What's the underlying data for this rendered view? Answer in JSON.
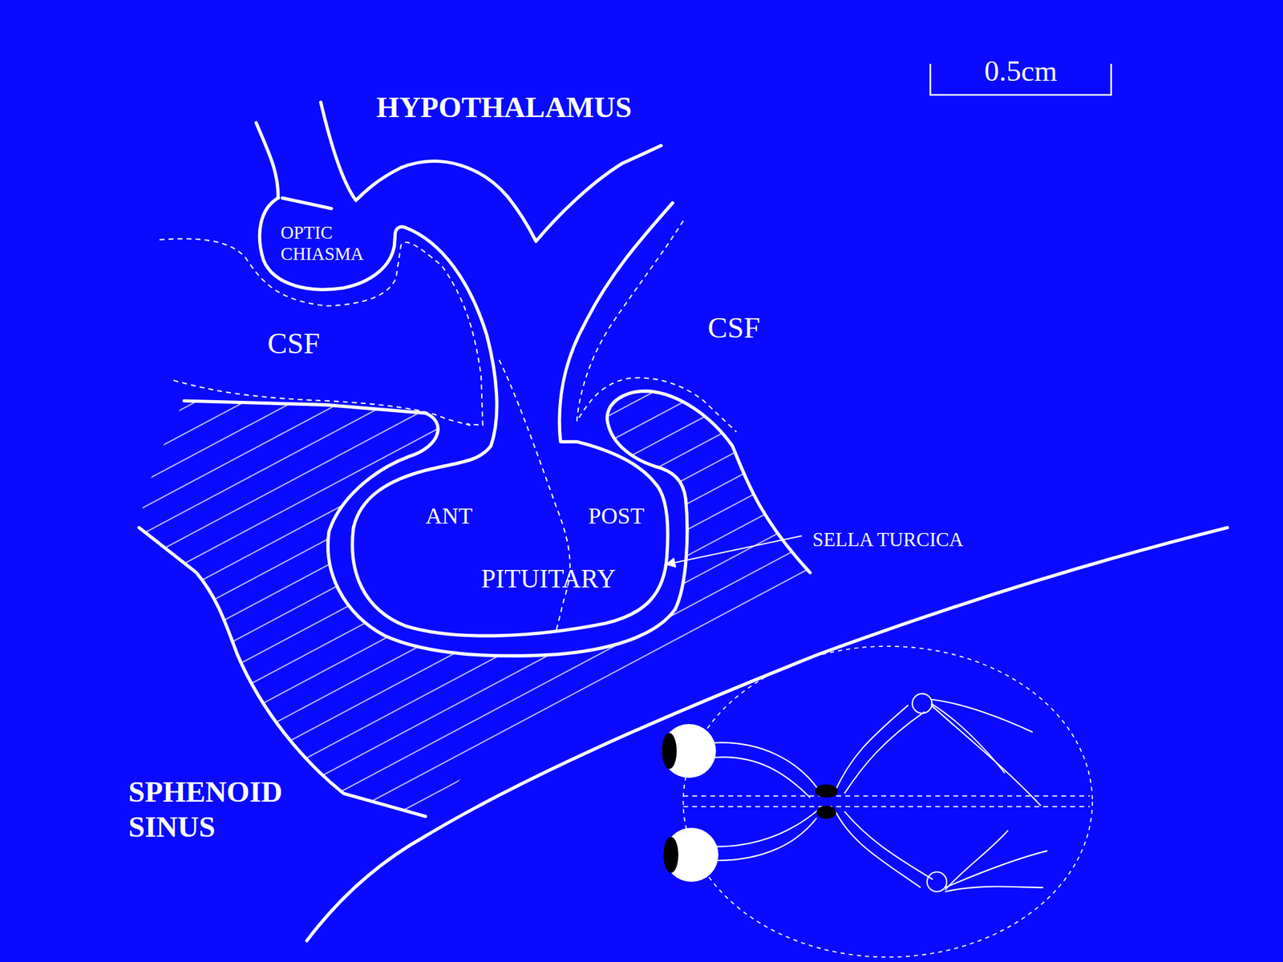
{
  "diagram": {
    "nodes": [
      {
        "text": [
          "OPTIC CHIASMA"
        ]
      },
      {
        "text": [
          "ANT",
          "POST",
          "PITUITARY"
        ]
      }
    ],
    "labels": [
      "HYPOTHALAMUS",
      "CSF",
      "CSF",
      "SELLA TURCICA",
      "SPHENOID SINUS",
      "0.5cm"
    ]
  }
}
